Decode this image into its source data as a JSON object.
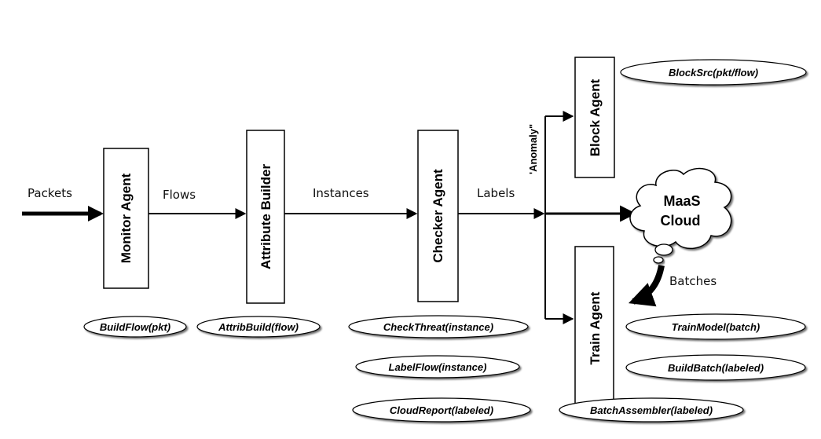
{
  "flow_labels": {
    "packets": "Packets",
    "flows": "Flows",
    "instances": "Instances",
    "labels": "Labels",
    "batches": "Batches",
    "anomaly": "'Anomaly\""
  },
  "agents": {
    "monitor": "Monitor Agent",
    "attribute": "Attribute Builder",
    "checker": "Checker Agent",
    "block": "Block Agent",
    "train": "Train Agent"
  },
  "cloud": {
    "line1": "MaaS",
    "line2": "Cloud"
  },
  "methods": {
    "build_flow": "BuildFlow(pkt)",
    "attrib_build": "AttribBuild(flow)",
    "check_threat": "CheckThreat(instance)",
    "label_flow": "LabelFlow(instance)",
    "cloud_report": "CloudReport(labeled)",
    "block_src": "BlockSrc(pkt/flow)",
    "train_model": "TrainModel(batch)",
    "build_batch": "BuildBatch(labeled)",
    "batch_assembler": "BatchAssembler(labeled)"
  }
}
